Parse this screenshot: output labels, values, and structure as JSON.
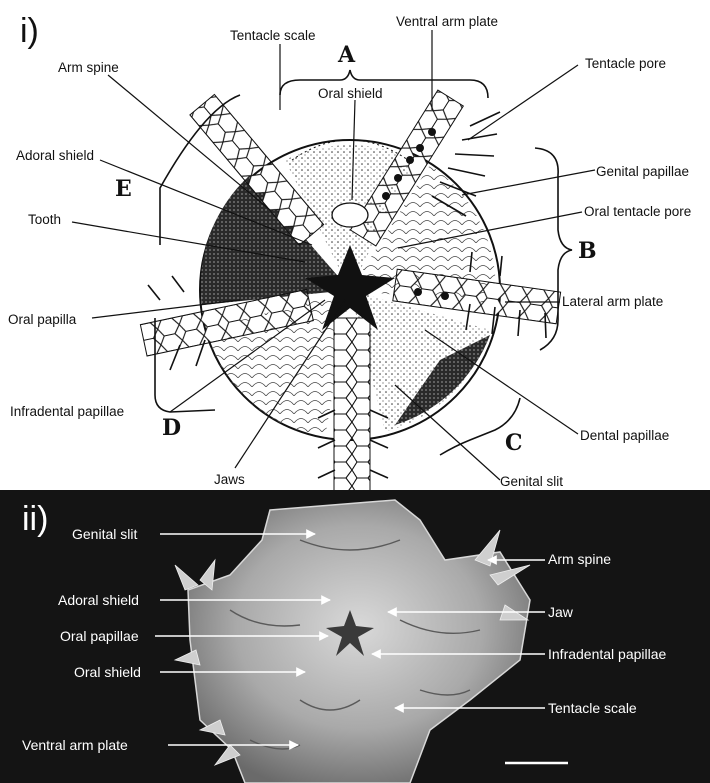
{
  "panel_i": {
    "panel_label": "i)",
    "section_labels": {
      "a": "A",
      "b": "B",
      "c": "C",
      "d": "D",
      "e": "E"
    },
    "labels": {
      "tentacle_scale": "Tentacle scale",
      "ventral_arm_plate": "Ventral arm plate",
      "tentacle_pore": "Tentacle pore",
      "arm_spine": "Arm spine",
      "oral_shield": "Oral shield",
      "genital_papillae": "Genital papillae",
      "adoral_shield": "Adoral shield",
      "oral_tentacle_pore": "Oral tentacle pore",
      "tooth": "Tooth",
      "lateral_arm_plate": "Lateral arm plate",
      "oral_papilla": "Oral papilla",
      "infradental_papillae": "Infradental papillae",
      "dental_papillae": "Dental papillae",
      "jaws": "Jaws",
      "genital_slit": "Genital slit"
    }
  },
  "panel_ii": {
    "panel_label": "ii)",
    "labels": {
      "genital_slit": "Genital slit",
      "arm_spine": "Arm spine",
      "adoral_shield": "Adoral shield",
      "jaw": "Jaw",
      "oral_papillae": "Oral papillae",
      "infradental_papillae": "Infradental papillae",
      "oral_shield": "Oral shield",
      "tentacle_scale": "Tentacle scale",
      "ventral_arm_plate": "Ventral arm plate"
    }
  }
}
